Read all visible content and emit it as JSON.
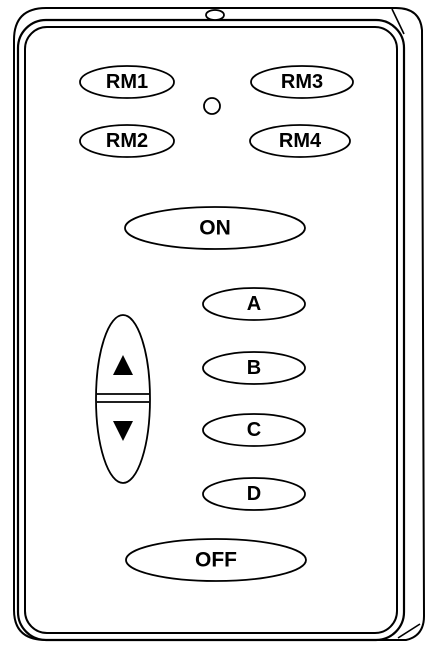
{
  "remote": {
    "room_buttons": [
      {
        "label": "RM1"
      },
      {
        "label": "RM3"
      },
      {
        "label": "RM2"
      },
      {
        "label": "RM4"
      }
    ],
    "on_button": {
      "label": "ON"
    },
    "scene_buttons": [
      {
        "label": "A"
      },
      {
        "label": "B"
      },
      {
        "label": "C"
      },
      {
        "label": "D"
      }
    ],
    "off_button": {
      "label": "OFF"
    },
    "dimmer_rocker": {
      "up_symbol": "▲",
      "down_symbol": "▼"
    },
    "icons": {
      "indicator": "led-indicator-icon",
      "hanger": "hanging-hole-icon",
      "up": "triangle-up-icon",
      "down": "triangle-down-icon"
    },
    "colors": {
      "line": "#000000",
      "body": "#ffffff"
    }
  }
}
